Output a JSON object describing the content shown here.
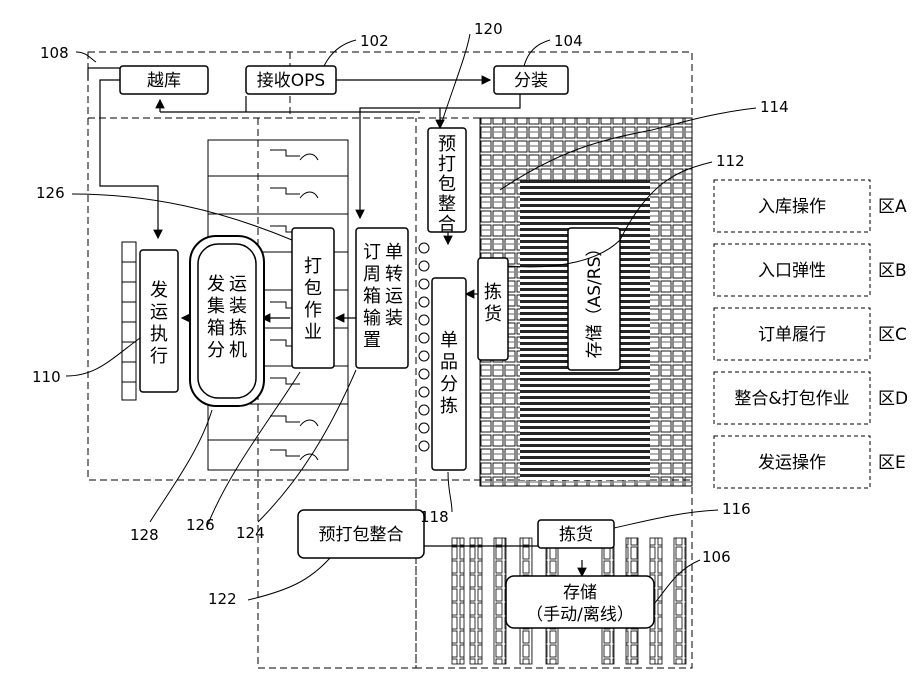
{
  "refs": {
    "r102": "102",
    "r104": "104",
    "r106": "106",
    "r108": "108",
    "r110": "110",
    "r112": "112",
    "r114": "114",
    "r116": "116",
    "r118": "118",
    "r120": "120",
    "r122": "122",
    "r124": "124",
    "r126a": "126",
    "r126b": "126",
    "r128": "128"
  },
  "boxes": {
    "cross_dock": "越库",
    "receiving_ops": "接收OPS",
    "sub_packing": "分装",
    "pre_pack_consolidation_top": [
      "预",
      "打",
      "包",
      "整",
      "合"
    ],
    "picking_asrs": [
      "拣",
      "货"
    ],
    "asrs_storage": "存储（AS/RS）",
    "order_tote_conveyor": [
      "单转运装",
      "订周箱输置"
    ],
    "single_item_sort": [
      "单",
      "品",
      "分",
      "拣"
    ],
    "packing_op": [
      "打",
      "包",
      "作",
      "业"
    ],
    "ship_sorter": [
      "运装",
      "发集箱分",
      "拣机"
    ],
    "shipping_execution": [
      "发",
      "运",
      "执",
      "行"
    ],
    "pre_pack_consolidation_bottom": "预打包整合",
    "picking_manual": "拣货",
    "manual_storage_line1": "存储",
    "manual_storage_line2": "（手动/离线）"
  },
  "legend": [
    {
      "label": "入库操作",
      "zone": "区A"
    },
    {
      "label": "入口弹性",
      "zone": "区B"
    },
    {
      "label": "订单履行",
      "zone": "区C"
    },
    {
      "label": "整合&打包作业",
      "zone": "区D"
    },
    {
      "label": "发运操作",
      "zone": "区E"
    }
  ]
}
